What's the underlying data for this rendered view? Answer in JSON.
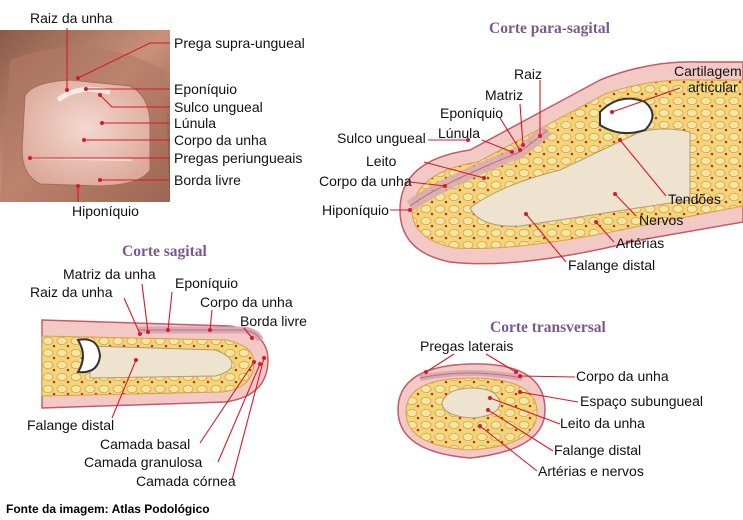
{
  "source": "Fonte da imagem: Atlas Podológico",
  "photo": {
    "labels": [
      "Raiz da unha",
      "Prega supra-ungueal",
      "Eponíquio",
      "Sulco ungueal",
      "Lúnula",
      "Corpo da unha",
      "Pregas periungueais",
      "Borda livre",
      "Hiponíquio"
    ]
  },
  "parasagittal": {
    "title": "Corte para-sagital",
    "labels": [
      "Raiz",
      "Matriz",
      "Eponíquio",
      "Lúnula",
      "Sulco ungueal",
      "Leito",
      "Corpo da unha",
      "Hiponíquio",
      "Cartilagem",
      "articular",
      "Tendões",
      "Nervos",
      "Artérias",
      "Falange distal"
    ]
  },
  "sagittal": {
    "title": "Corte sagital",
    "labels": [
      "Matriz da unha",
      "Eponíquio",
      "Raiz da unha",
      "Corpo da unha",
      "Borda livre",
      "Falange distal",
      "Camada basal",
      "Camada granulosa",
      "Camada córnea"
    ]
  },
  "transverse": {
    "title": "Corte transversal",
    "labels": [
      "Pregas laterais",
      "Corpo da unha",
      "Espaço subungueal",
      "Leito da unha",
      "Falange distal",
      "Artérias e nervos"
    ]
  },
  "colors": {
    "leader": "#d61a2a",
    "title": "#7a5a8e",
    "skin": "#f3c9c5",
    "fat": "#f1d77a",
    "bone": "#ede3cf"
  }
}
